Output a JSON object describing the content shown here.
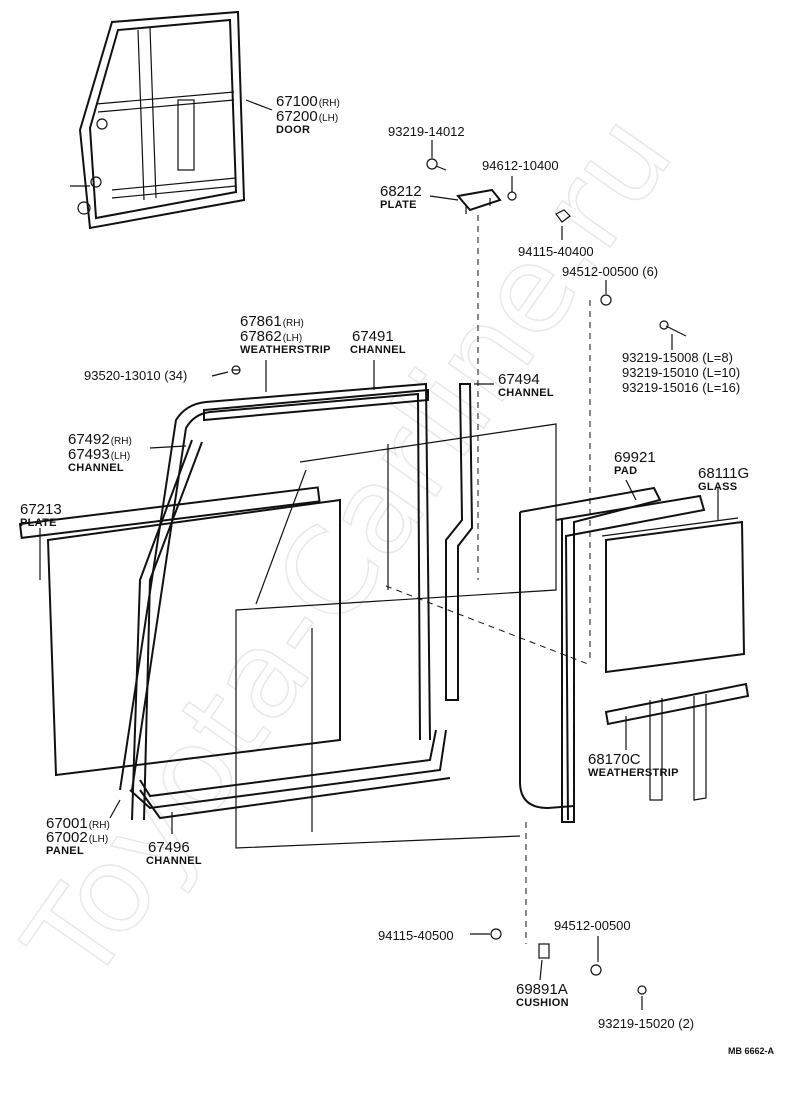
{
  "watermark": "Toyota-Carline.ru",
  "reference": "MB 6662-A",
  "parts": [
    {
      "id": "door",
      "number": "67100",
      "suffix": "(RH)"
    },
    {
      "id": "door-lh",
      "number": "67200",
      "suffix": "(LH)",
      "desc": "DOOR"
    },
    {
      "id": "bolt-14012",
      "number": "93219-14012"
    },
    {
      "id": "washer-10400",
      "number": "94612-10400"
    },
    {
      "id": "plate-68212",
      "number": "68212",
      "desc": "PLATE"
    },
    {
      "id": "nut-40400",
      "number": "94115-40400"
    },
    {
      "id": "washer-00500-6",
      "number": "94512-00500 (6)"
    },
    {
      "id": "bolt-15008",
      "number": "93219-15008 (L=8)"
    },
    {
      "id": "bolt-15010",
      "number": "93219-15010 (L=10)"
    },
    {
      "id": "bolt-15016",
      "number": "93219-15016 (L=16)"
    },
    {
      "id": "ws-67861",
      "number": "67861",
      "suffix": "(RH)"
    },
    {
      "id": "ws-67862",
      "number": "67862",
      "suffix": "(LH)",
      "desc": "WEATHERSTRIP"
    },
    {
      "id": "ch-67491",
      "number": "67491",
      "desc": "CHANNEL"
    },
    {
      "id": "screw-13010",
      "number": "93520-13010 (34)"
    },
    {
      "id": "ch-67494",
      "number": "67494",
      "desc": "CHANNEL"
    },
    {
      "id": "ch-67492",
      "number": "67492",
      "suffix": "(RH)"
    },
    {
      "id": "ch-67493",
      "number": "67493",
      "suffix": "(LH)",
      "desc": "CHANNEL"
    },
    {
      "id": "pad-69921",
      "number": "69921",
      "desc": "PAD"
    },
    {
      "id": "glass-68111g",
      "number": "68111G",
      "desc": "GLASS"
    },
    {
      "id": "plate-67213",
      "number": "67213",
      "desc": "PLATE"
    },
    {
      "id": "ws-68170c",
      "number": "68170C",
      "desc": "WEATHERSTRIP"
    },
    {
      "id": "panel-67001",
      "number": "67001",
      "suffix": "(RH)"
    },
    {
      "id": "panel-67002",
      "number": "67002",
      "suffix": "(LH)",
      "desc": "PANEL"
    },
    {
      "id": "ch-67496",
      "number": "67496",
      "desc": "CHANNEL"
    },
    {
      "id": "nut-40500",
      "number": "94115-40500"
    },
    {
      "id": "washer-00500",
      "number": "94512-00500"
    },
    {
      "id": "cushion-69891a",
      "number": "69891A",
      "desc": "CUSHION"
    },
    {
      "id": "bolt-15020",
      "number": "93219-15020 (2)"
    }
  ]
}
